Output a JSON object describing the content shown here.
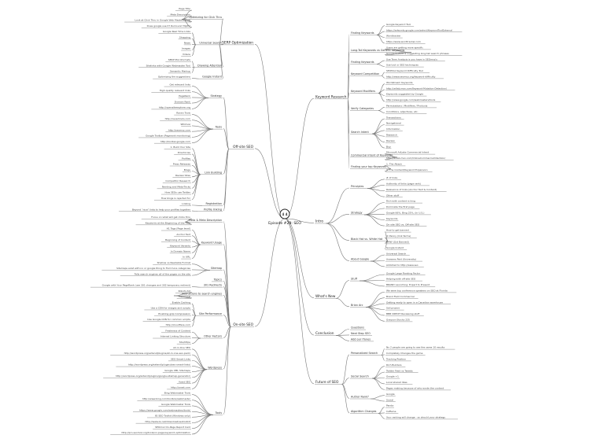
{
  "center": {
    "lines": [
      "Episode #29: SEO"
    ],
    "icon": "podcast-icon",
    "icon_text": "4 4"
  },
  "colors": {
    "line": "#7a7a7a",
    "text": "#333333"
  },
  "right": [
    {
      "label": "Keyword Research",
      "children": [
        {
          "label": "Finding Keywords",
          "children": [
            {
              "label": "Google Keyword Tool"
            },
            {
              "label": "https://adwords.google.com/select/KeywordToolExternal"
            },
            {
              "label": "Wordtracker"
            },
            {
              "label": "https://www.wordtracker.com"
            }
          ]
        },
        {
          "label": "Long-Tail Keywords vs Generic Keywords",
          "children": [
            {
              "label": "Users are getting more specific"
            },
            {
              "label": "Google Instant is suggesting long-tail search phrases"
            }
          ]
        },
        {
          "label": "Finding Keywords",
          "children": [
            {
              "label": "Use Term Analysis is you have in SEOmoz's"
            },
            {
              "label": "Use tool or SEO techniques"
            }
          ]
        },
        {
          "label": "Keyword Competition",
          "children": [
            {
              "label": "SEOMoz Keyword Difficulty Tool"
            },
            {
              "label": "http://www.seomoz.org/keyword-difficulty"
            }
          ]
        },
        {
          "label": "Keyword Modifiers",
          "children": [
            {
              "label": "Wordstream Keywords"
            },
            {
              "label": "http://adlab.msn.com/Keyword-Mutation-Detection/"
            },
            {
              "label": "Keywords suggested by Google"
            },
            {
              "label": "http://www.google.com/webmasters/tools"
            }
          ]
        },
        {
          "label": "Verify Categories",
          "children": [
            {
              "label": "Permutations / Modifiers / Products"
            },
            {
              "label": "Conditions, adjectives, etc."
            }
          ]
        },
        {
          "label": "Search Intent",
          "children": [
            {
              "label": "Transactions"
            },
            {
              "label": "Navigational"
            },
            {
              "label": "Information"
            },
            {
              "label": "Research"
            },
            {
              "label": "Review"
            },
            {
              "label": "Buy"
            }
          ]
        },
        {
          "label": "Commercial Intent of Keywords",
          "children": [
            {
              "label": "Microsoft AdLabs Commercial Intent"
            },
            {
              "label": "http://adlab.msn.com/OnlineCommercialIntention/"
            }
          ]
        },
        {
          "label": "Finding your top Keywords",
          "children": [
            {
              "label": "1. The Attack"
            },
            {
              "label": "2. The Content/Keyword Expansion"
            }
          ]
        }
      ]
    },
    {
      "label": "Intro",
      "children": [
        {
          "label": "Principles",
          "children": [
            {
              "label": "# of links"
            },
            {
              "label": "Authority of links (page rank)"
            },
            {
              "label": "Relevance of links (Anchor Text & Content)"
            },
            {
              "label": "Other stuff"
            }
          ]
        },
        {
          "label": "Strategy",
          "children": [
            {
              "label": "Rich with content is king"
            },
            {
              "label": "Dominate the first page"
            },
            {
              "label": "Google 66%, Bing 25%, (in U.S.)"
            },
            {
              "label": "Keywords"
            },
            {
              "label": "On-site SEO vs. Off-site SEO"
            }
          ]
        },
        {
          "label": "Black Hat vs. White Hat",
          "children": [
            {
              "label": "How to get banned"
            },
            {
              "label": "JC Penny (link farms)"
            },
            {
              "label": "BMW (Got Banned)"
            },
            {
              "label": "Google Instant"
            }
          ]
        },
        {
          "label": "About Google",
          "children": [
            {
              "label": "Universal Search"
            },
            {
              "label": "Answers Paid (University)"
            },
            {
              "label": "Addicted to http://www.seo"
            }
          ]
        }
      ]
    },
    {
      "label": "What's New",
      "children": [
        {
          "label": "Stuff",
          "children": [
            {
              "label": "Google Large Ranking Factor"
            },
            {
              "label": "Helping with off-site SEO"
            },
            {
              "label": "BRAND Launching: Expert to Present"
            }
          ]
        },
        {
          "label": "Brian Arc",
          "children": [
            {
              "label": "We were top conference speakers on SEO at Florida"
            },
            {
              "label": "Brand Field Commercial"
            },
            {
              "label": "Getting ready to open in a Canadian warehouse"
            },
            {
              "label": "Sell project"
            },
            {
              "label": "BBB CREDIT Reviewing stuff"
            },
            {
              "label": "Grayson Stocks 225"
            }
          ]
        }
      ]
    },
    {
      "label": "Conclusion",
      "children": [
        {
          "label": "Questions"
        },
        {
          "label": "Next Step SEO"
        },
        {
          "label": "Add our iTunes"
        }
      ]
    },
    {
      "label": "Future of SEO",
      "children": [
        {
          "label": "Personalized Search",
          "children": [
            {
              "label": "No 2 people are going to see the same 10 results"
            },
            {
              "label": "Completely Changes the game"
            },
            {
              "label": "Tracking Position"
            }
          ]
        },
        {
          "label": "Social Search",
          "children": [
            {
              "label": "Rich Builders"
            },
            {
              "label": "Twitter Feed vs Tweets"
            },
            {
              "label": "Google +1"
            },
            {
              "label": "Local shared likes"
            },
            {
              "label": "Pages making because of who wrote the content"
            }
          ]
        },
        {
          "label": "Author Rank?",
          "children": [
            {
              "label": "Google"
            },
            {
              "label": "Social"
            }
          ]
        },
        {
          "label": "Algorithm Changes",
          "children": [
            {
              "label": "Panda"
            },
            {
              "label": "Caffeine"
            },
            {
              "label": "Your ranking will change - so should your strategy"
            }
          ]
        }
      ]
    }
  ],
  "left": [
    {
      "label": "SERP Optimization",
      "children": [
        {
          "label": "Optimizing for Click Thru",
          "children": [
            {
              "label": "Page Title"
            },
            {
              "label": "Meta Description"
            },
            {
              "label": "Look at Click Thru in Google Web Masters tools"
            },
            {
              "label": "Does google use it? Rumours? Myth?"
            }
          ]
        },
        {
          "label": "Universal Search",
          "children": [
            {
              "label": "Google Real Time Links"
            },
            {
              "label": "Shopping"
            },
            {
              "label": "News"
            },
            {
              "label": "Images"
            },
            {
              "label": "Videos"
            }
          ]
        },
        {
          "label": "Drawing Attention",
          "children": [
            {
              "label": "SERP Microformats"
            },
            {
              "label": "Sitelinks with Google Webmaster Tool"
            },
            {
              "label": "Semantic Markup"
            }
          ]
        },
        {
          "label": "Google Instant",
          "children": [
            {
              "label": "Optimizing the suggestions"
            }
          ]
        }
      ]
    },
    {
      "label": "Off-site SEO",
      "children": [
        {
          "label": "Strategy",
          "children": [
            {
              "label": "Get relevant links"
            },
            {
              "label": "High quality relevant links"
            },
            {
              "label": "PageRank"
            },
            {
              "label": "Domain Rank"
            },
            {
              "label": "http://opensiteexplorer.org"
            }
          ]
        },
        {
          "label": "Tools",
          "children": [
            {
              "label": "Raven Tools"
            },
            {
              "label": "http://raventools.com"
            },
            {
              "label": "SEOmoz"
            },
            {
              "label": "http://seomoz.com"
            },
            {
              "label": "Google Toolbar (Pagerank monitoring)"
            },
            {
              "label": "http://toolbar.google.com"
            }
          ]
        },
        {
          "label": "Link Building",
          "children": [
            {
              "label": "1. Build Your Site"
            },
            {
              "label": "Directories"
            },
            {
              "label": "Profiles"
            },
            {
              "label": "Press Releases"
            },
            {
              "label": "Blogs"
            },
            {
              "label": "Review Sites"
            },
            {
              "label": "Competitor Research"
            },
            {
              "label": "Nerding and Meta-Tricks"
            },
            {
              "label": "How SEOs use Twitter"
            },
            {
              "label": "How blogs is rejected for"
            }
          ]
        },
        {
          "label": "Registration",
          "children": [
            {
              "label": "Linking"
            }
          ]
        },
        {
          "label": "Profile linking",
          "children": [
            {
              "label": "Beyond \"nice\" links to help your profiles together"
            }
          ]
        }
      ]
    },
    {
      "label": "On-site SEO",
      "children": [
        {
          "label": "Meta & Meta Description",
          "children": [
            {
              "label": "Focus on what will get clicks thru"
            },
            {
              "label": "Keywords at the Beginning of the Title"
            }
          ]
        },
        {
          "label": "Keyword Usage",
          "children": [
            {
              "label": "H1 Tags (Page level)"
            },
            {
              "label": "Anchor Text"
            },
            {
              "label": "Beginning of Content"
            },
            {
              "label": "Keyword Variants"
            },
            {
              "label": "In Domain Name"
            },
            {
              "label": "In URL"
            }
          ]
        },
        {
          "label": "Sitemap",
          "children": [
            {
              "label": "Shallow vs Readable Format"
            },
            {
              "label": "Sitemaps exist with no or google thing to find more categories"
            },
            {
              "label": "Tells search engines all of the pages on the site"
            }
          ]
        },
        {
          "label": "Topics",
          "children": []
        },
        {
          "label": "301 Redirects",
          "children": [
            {
              "label": "Google with Your PageRank (use 301 changes and 302 temporary redirect)"
            }
          ]
        },
        {
          "label": "Instructions to search engines",
          "children": [
            {
              "label": "Robots.txt"
            },
            {
              "label": "Canonical"
            }
          ]
        },
        {
          "label": "Site Performance",
          "children": [
            {
              "label": "Enable Caching"
            },
            {
              "label": "Use a CDN for images and scripts"
            },
            {
              "label": "Enabling gzip Compression"
            },
            {
              "label": "Use Google CDN for common scripts"
            },
            {
              "label": "http://cloudflare.com"
            }
          ]
        },
        {
          "label": "Other Factors",
          "children": [
            {
              "label": "Freshness of Content"
            },
            {
              "label": "Internal Linking Structure"
            },
            {
              "label": "SSL/https"
            }
          ]
        },
        {
          "label": "Wordpress",
          "children": [
            {
              "label": "All-in-One SEO"
            },
            {
              "label": "http://wordpress.org/extend/plugins/all-in-one-seo-pack/"
            },
            {
              "label": "SEO Smart Links"
            },
            {
              "label": "http://wordpress.org/extend/plugins/seo-smart-links/"
            },
            {
              "label": "Google XML Sitemaps"
            },
            {
              "label": "http://wordpress.org/extend/plugins/google-sitemap-generator/"
            },
            {
              "label": "Yoast SEO"
            },
            {
              "label": "http://yoast.com"
            }
          ]
        },
        {
          "label": "Tools",
          "children": [
            {
              "label": "Bing Webmaster Tools"
            },
            {
              "label": "http://www.bing.com/toolbox/webmaster"
            },
            {
              "label": "Google Webmaster Tools"
            },
            {
              "label": "https://www.google.com/webmasters/tools/"
            },
            {
              "label": "IIS SEO Toolkit (Windows only)"
            },
            {
              "label": "http://www.iis.net/download/seotoolkit"
            },
            {
              "label": "SEOmoz On-Page Report Card"
            },
            {
              "label": "http://pro.seomoz.org/tools/on-page-keyword-optimization"
            }
          ]
        }
      ]
    }
  ]
}
